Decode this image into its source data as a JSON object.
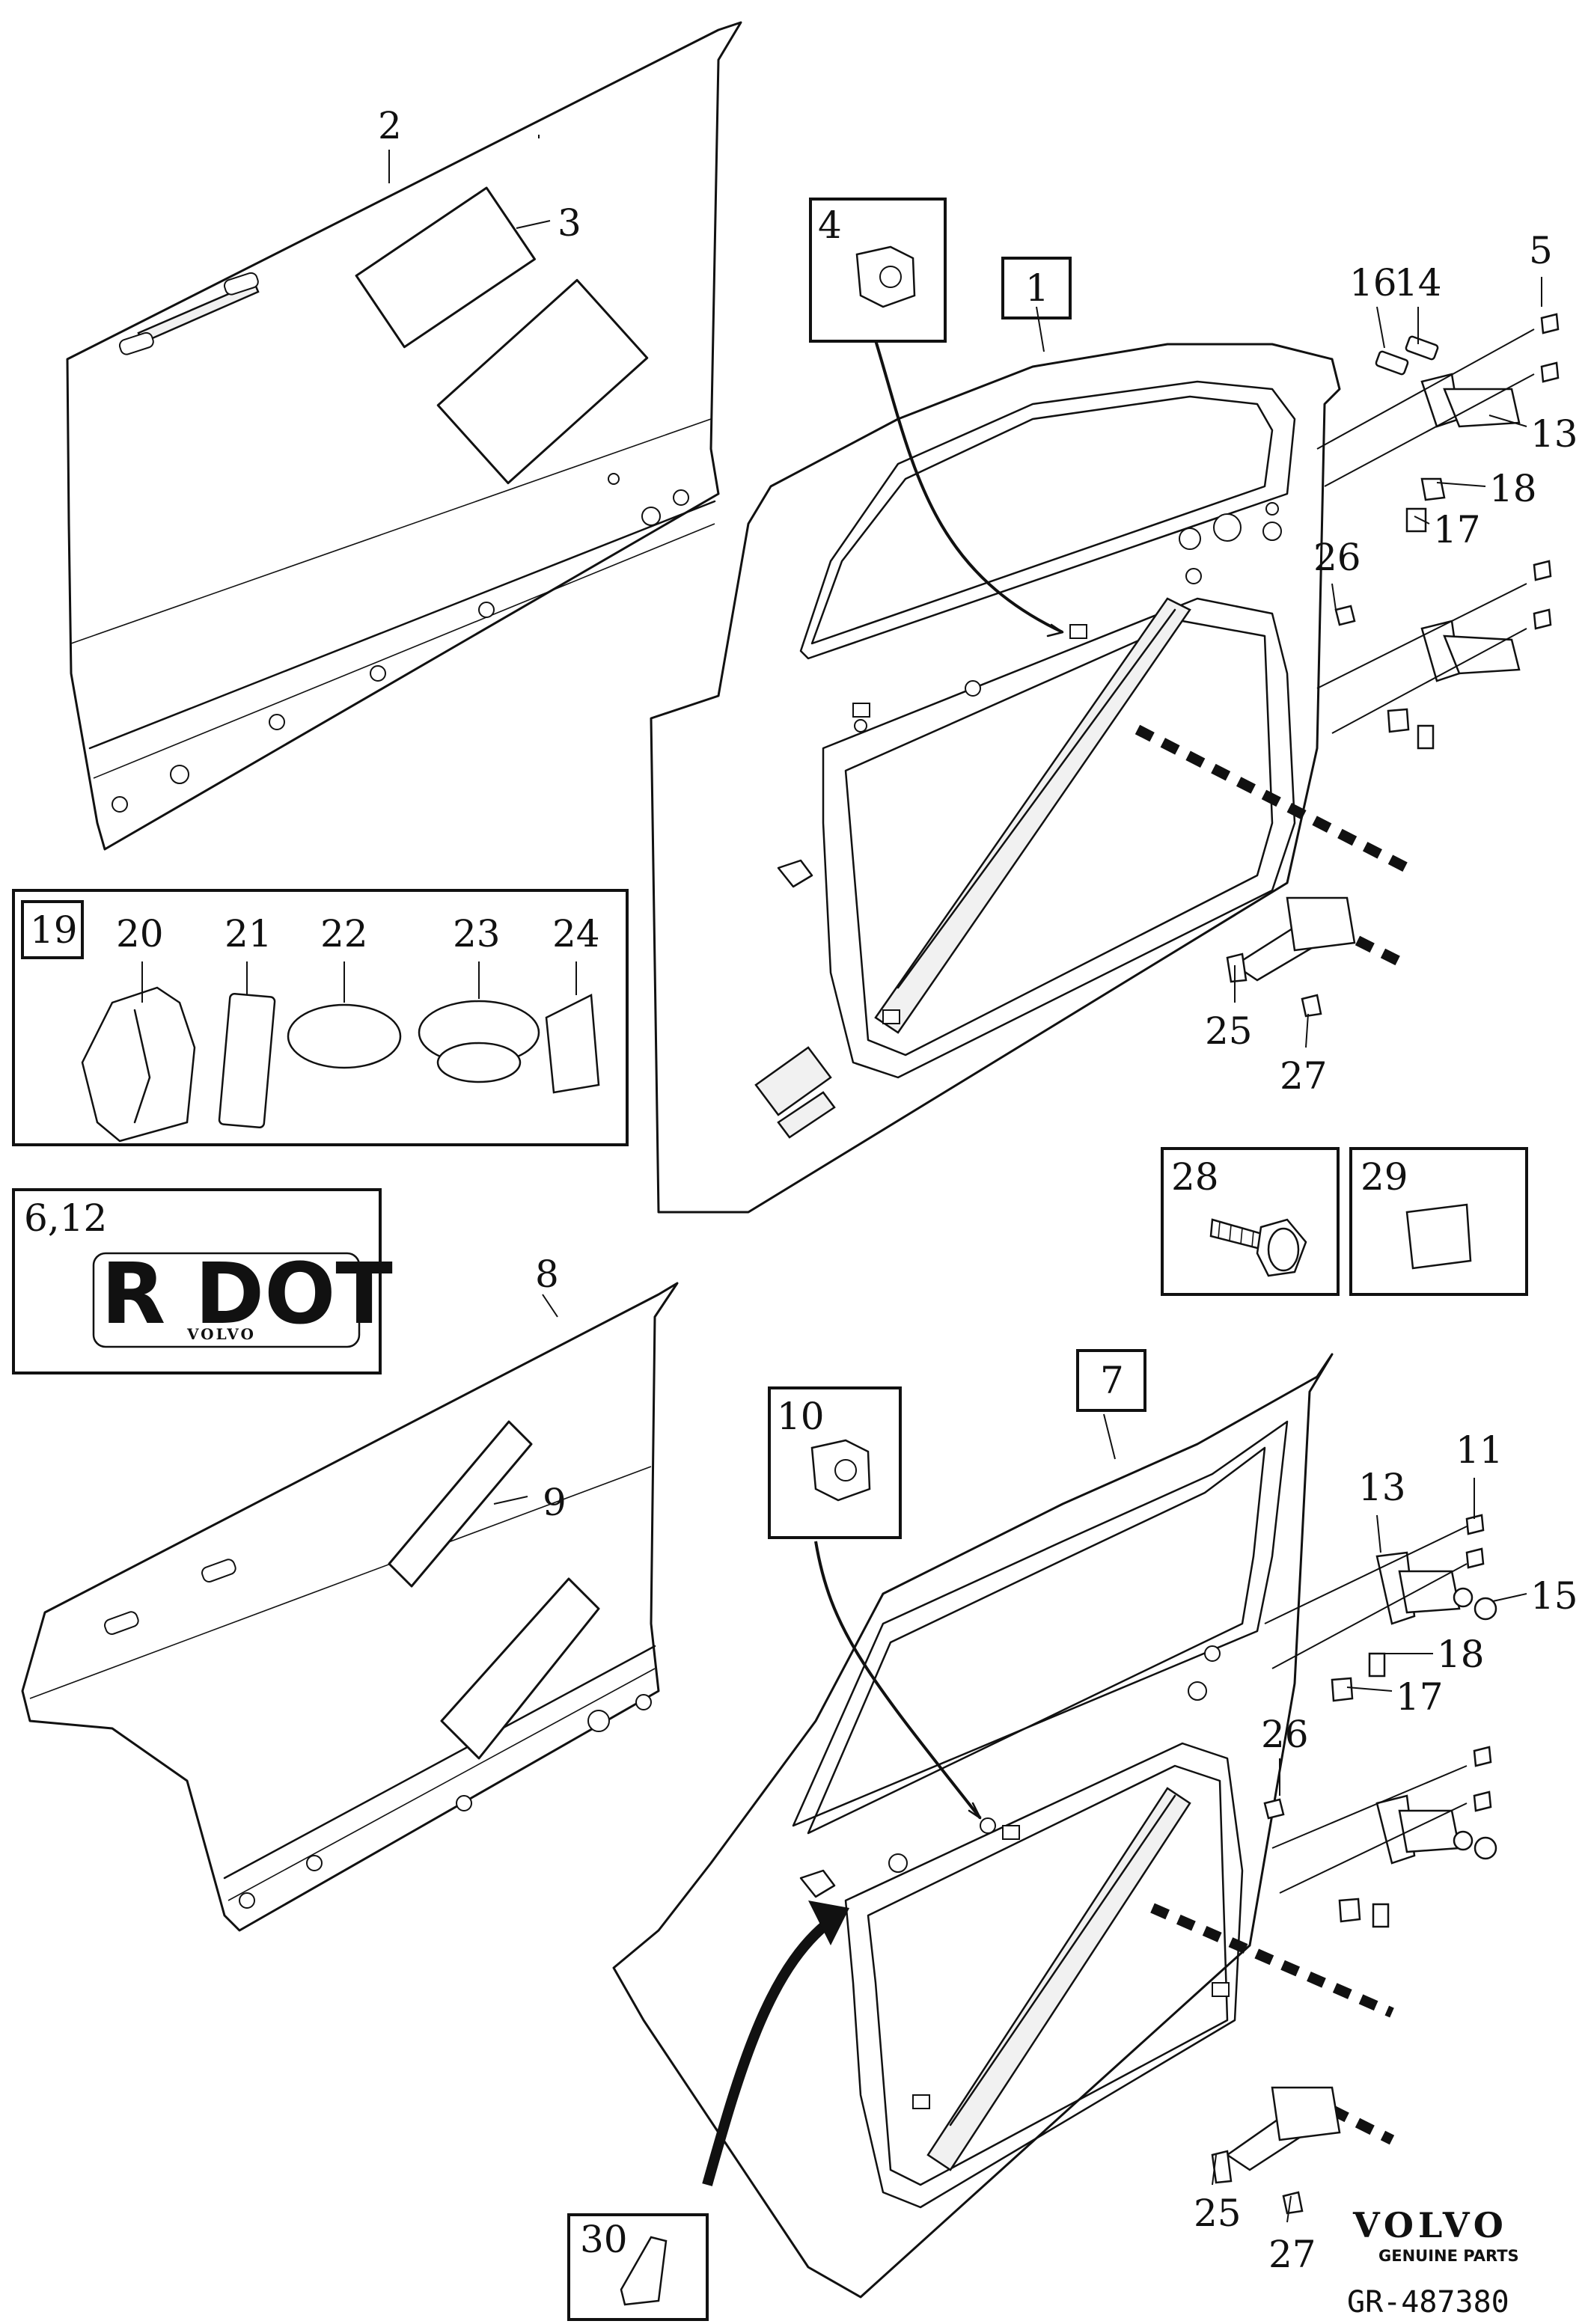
{
  "callouts": {
    "n1": "1",
    "n2": "2",
    "n3": "3",
    "n4": "4",
    "n5": "5",
    "n6_12": "6,12",
    "n7": "7",
    "n8": "8",
    "n9": "9",
    "n10": "10",
    "n11": "11",
    "n13a": "13",
    "n13b": "13",
    "n14": "14",
    "n15": "15",
    "n16": "16",
    "n17a": "17",
    "n17b": "17",
    "n18a": "18",
    "n18b": "18",
    "n19": "19",
    "n20": "20",
    "n21": "21",
    "n22": "22",
    "n23": "23",
    "n24": "24",
    "n25a": "25",
    "n25b": "25",
    "n26a": "26",
    "n26b": "26",
    "n27a": "27",
    "n27b": "27",
    "n28": "28",
    "n29": "29",
    "n30": "30"
  },
  "sticker": {
    "text": "R DOT",
    "brand": "VOLVO"
  },
  "logo": {
    "word": "VOLVO",
    "sub": "GENUINE PARTS"
  },
  "reference": "GR-487380"
}
